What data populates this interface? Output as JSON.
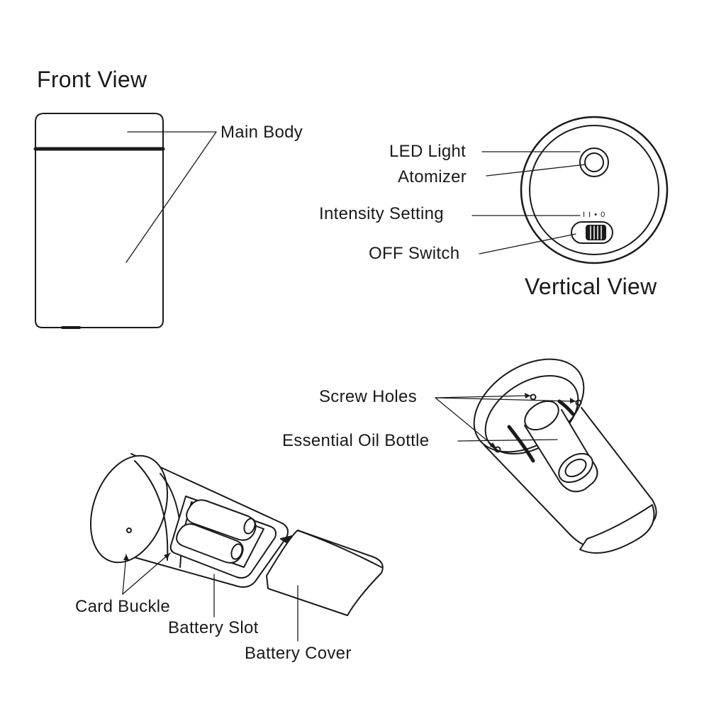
{
  "front_view": {
    "title": "Front View",
    "labels": {
      "main_body": "Main Body"
    }
  },
  "vertical_view": {
    "title": "Vertical View",
    "labels": {
      "led_light": "LED Light",
      "atomizer": "Atomizer",
      "intensity_setting": "Intensity Setting",
      "off_switch": "OFF Switch"
    },
    "switch_marks": "I I • 0"
  },
  "bottle_view": {
    "labels": {
      "screw_holes": "Screw Holes",
      "essential_oil_bottle": "Essential Oil Bottle"
    }
  },
  "battery_view": {
    "labels": {
      "card_buckle": "Card Buckle",
      "battery_slot": "Battery Slot",
      "battery_cover": "Battery Cover"
    }
  },
  "colors": {
    "line": "#1a1a1a",
    "background": "#ffffff",
    "fill": "#ffffff"
  }
}
